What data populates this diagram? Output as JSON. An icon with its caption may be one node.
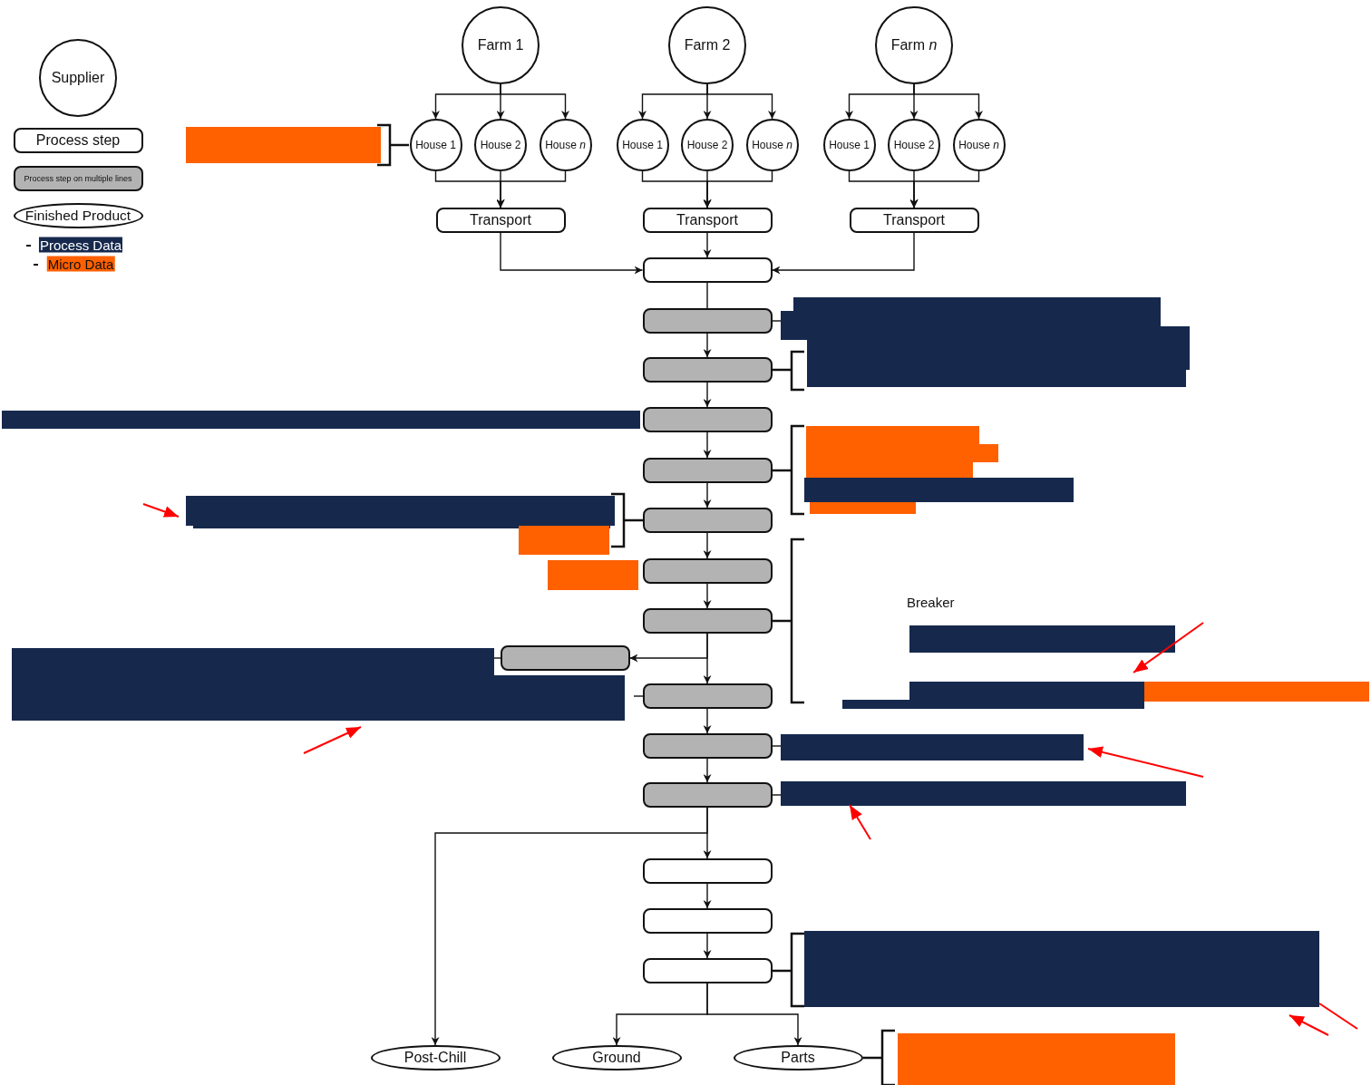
{
  "diagram": {
    "nodes": [
      {
        "text": [
          "Farm 1"
        ]
      },
      {
        "text": [
          "Farm 2"
        ]
      },
      {
        "text": [
          "Farm *n*"
        ]
      },
      {
        "text": [
          "House 1"
        ]
      },
      {
        "text": [
          "House 2"
        ]
      },
      {
        "text": [
          "House *n*"
        ]
      },
      {
        "text": [
          "House 1"
        ]
      },
      {
        "text": [
          "House 2"
        ]
      },
      {
        "text": [
          "House *n*"
        ]
      },
      {
        "text": [
          "House 1"
        ]
      },
      {
        "text": [
          "House 2"
        ]
      },
      {
        "text": [
          "House *n*"
        ]
      },
      {
        "text": [
          "Transport"
        ]
      },
      {
        "text": [
          "Transport"
        ]
      },
      {
        "text": [
          "Transport"
        ]
      },
      {
        "text": [],
        "shape": "box"
      },
      {
        "text": [],
        "shape": "box"
      },
      {
        "text": [],
        "shape": "box"
      },
      {
        "text": [],
        "shape": "box"
      },
      {
        "text": [],
        "shape": "box"
      },
      {
        "text": [],
        "shape": "box"
      },
      {
        "text": [],
        "shape": "box"
      },
      {
        "text": [],
        "shape": "box"
      },
      {
        "text": [],
        "shape": "box"
      },
      {
        "text": [],
        "shape": "box"
      },
      {
        "text": [],
        "shape": "box"
      },
      {
        "text": [],
        "shape": "box"
      },
      {
        "text": [],
        "shape": "box"
      },
      {
        "text": [],
        "shape": "box"
      },
      {
        "text": [],
        "shape": "box"
      },
      {
        "text": [
          "Post-Chill"
        ]
      },
      {
        "text": [
          "Ground"
        ]
      },
      {
        "text": [
          "Parts"
        ]
      }
    ],
    "edges": [
      {
        "from": 0,
        "to": 3,
        "arrow": "to"
      },
      {
        "from": 0,
        "to": 4,
        "arrow": "to"
      },
      {
        "from": 0,
        "to": 5,
        "arrow": "to"
      },
      {
        "from": 1,
        "to": 6,
        "arrow": "to"
      },
      {
        "from": 1,
        "to": 7,
        "arrow": "to"
      },
      {
        "from": 1,
        "to": 8,
        "arrow": "to"
      },
      {
        "from": 2,
        "to": 9,
        "arrow": "to"
      },
      {
        "from": 2,
        "to": 10,
        "arrow": "to"
      },
      {
        "from": 2,
        "to": 11,
        "arrow": "to"
      },
      {
        "from": 3,
        "to": 12,
        "arrow": "to"
      },
      {
        "from": 4,
        "to": 12,
        "arrow": "to"
      },
      {
        "from": 5,
        "to": 12,
        "arrow": "to"
      },
      {
        "from": 6,
        "to": 13,
        "arrow": "to"
      },
      {
        "from": 7,
        "to": 13,
        "arrow": "to"
      },
      {
        "from": 8,
        "to": 13,
        "arrow": "to"
      },
      {
        "from": 9,
        "to": 14,
        "arrow": "to"
      },
      {
        "from": 10,
        "to": 14,
        "arrow": "to"
      },
      {
        "from": 11,
        "to": 14,
        "arrow": "to"
      },
      {
        "from": 12,
        "to": 15,
        "arrow": "to"
      },
      {
        "from": 13,
        "to": 15,
        "arrow": "to"
      },
      {
        "from": 14,
        "to": 15,
        "arrow": "to"
      },
      {
        "from": 15,
        "to": 16,
        "arrow": "none"
      },
      {
        "from": 16,
        "to": 17,
        "arrow": "to"
      },
      {
        "from": 17,
        "to": 18,
        "arrow": "to"
      },
      {
        "from": 18,
        "to": 19,
        "arrow": "to"
      },
      {
        "from": 19,
        "to": 20,
        "arrow": "to"
      },
      {
        "from": 20,
        "to": 21,
        "arrow": "to"
      },
      {
        "from": 21,
        "to": 22,
        "arrow": "to"
      },
      {
        "from": 22,
        "to": 23,
        "arrow": "to"
      },
      {
        "from": 22,
        "to": 24,
        "arrow": "to"
      },
      {
        "from": 24,
        "to": 25,
        "arrow": "to"
      },
      {
        "from": 25,
        "to": 26,
        "arrow": "to"
      },
      {
        "from": 26,
        "to": 27,
        "arrow": "to"
      },
      {
        "from": 26,
        "to": 30,
        "arrow": "to"
      },
      {
        "from": 27,
        "to": 28,
        "arrow": "to"
      },
      {
        "from": 28,
        "to": 29,
        "arrow": "to"
      },
      {
        "from": 29,
        "to": 31,
        "arrow": "to"
      },
      {
        "from": 29,
        "to": 32,
        "arrow": "to"
      }
    ],
    "labels": [
      "Breaker"
    ],
    "legend": [
      {
        "text": "Supplier"
      },
      {
        "text": "Process step"
      },
      {
        "text": "Process step on multiple lines"
      },
      {
        "text": "Finished Product"
      },
      {
        "text": "Process Data",
        "color": "#16294d"
      },
      {
        "text": "Micro Data",
        "color": "#ff6000"
      }
    ]
  }
}
